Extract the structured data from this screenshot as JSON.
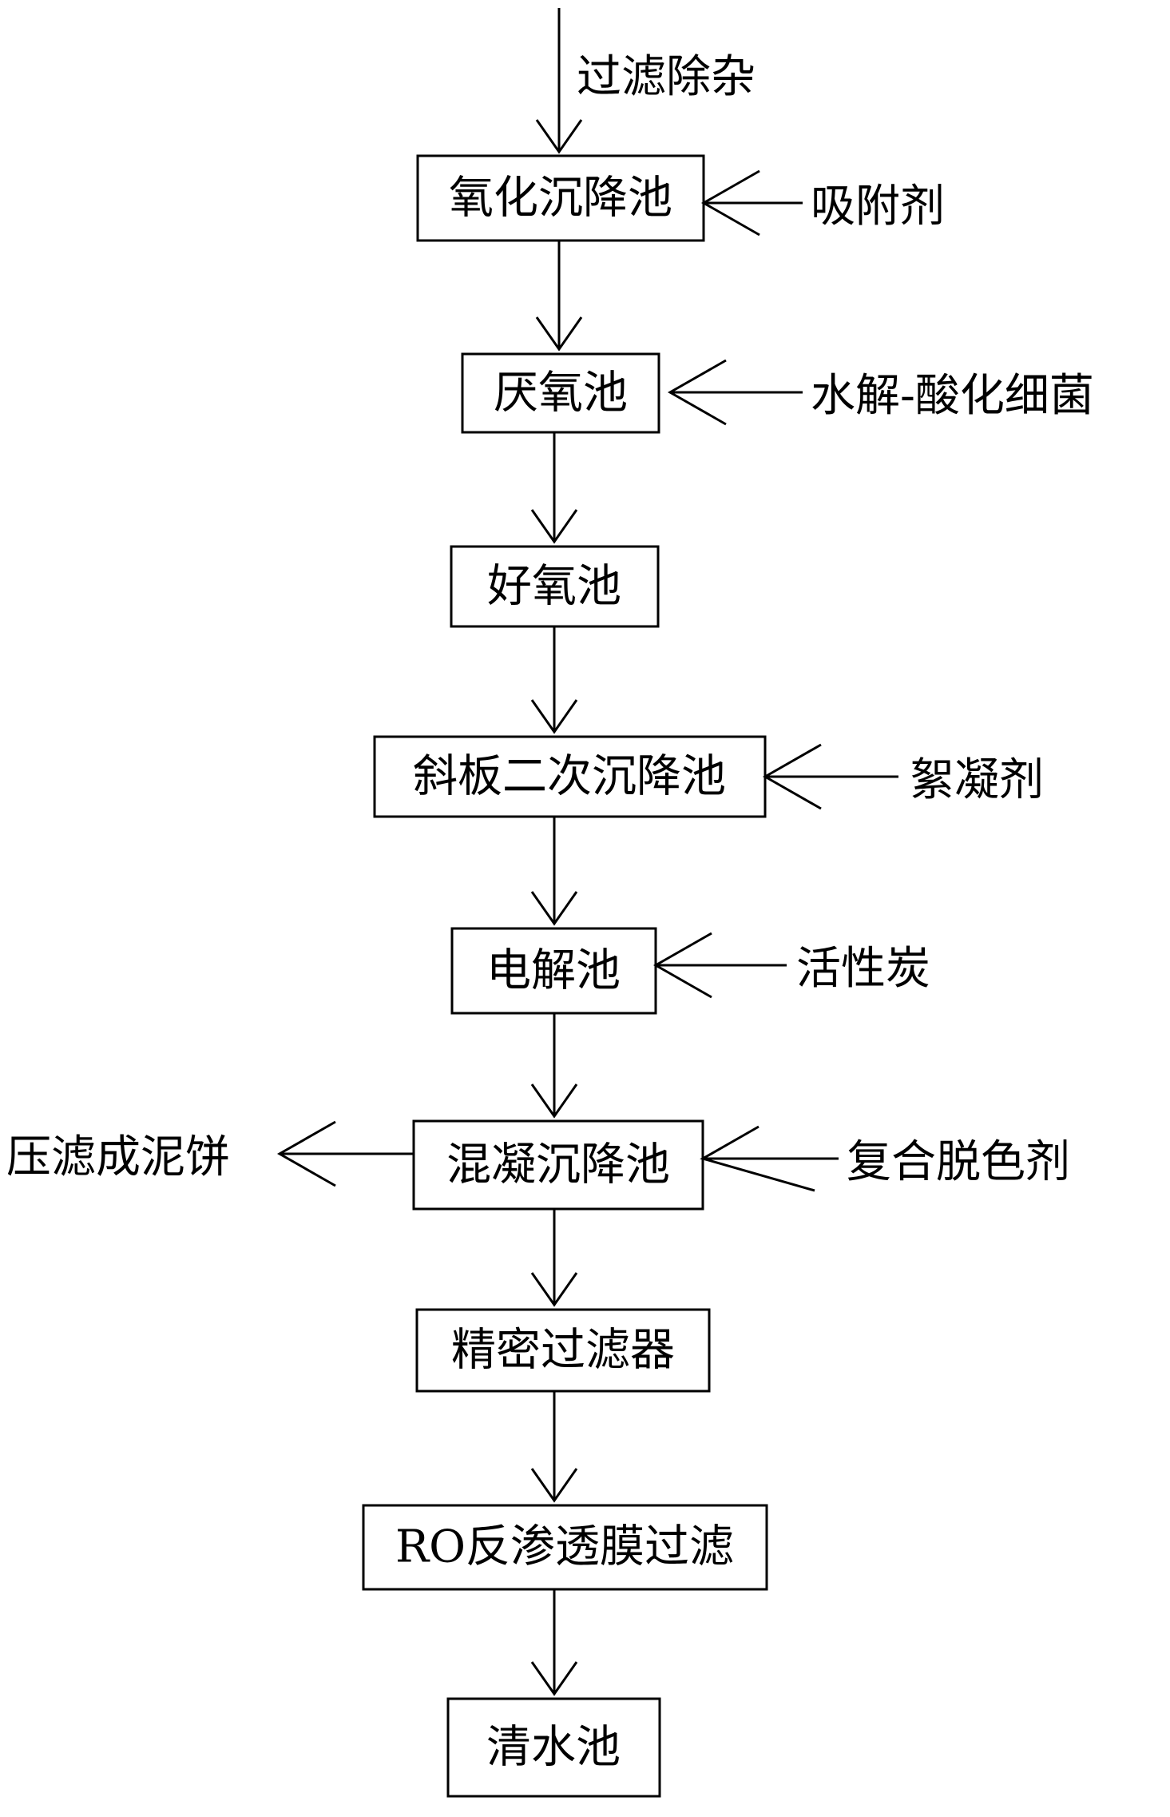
{
  "input_label": "过滤除杂",
  "steps": [
    {
      "label": "氧化沉降池",
      "additive": "吸附剂"
    },
    {
      "label": "厌氧池",
      "additive": "水解-酸化细菌"
    },
    {
      "label": "好氧池",
      "additive": ""
    },
    {
      "label": "斜板二次沉降池",
      "additive": "絮凝剂"
    },
    {
      "label": "电解池",
      "additive": "活性炭"
    },
    {
      "label": "混凝沉降池",
      "additive": "复合脱色剂",
      "output": "压滤成泥饼"
    },
    {
      "label": "精密过滤器",
      "additive": ""
    },
    {
      "label": "RO反渗透膜过滤",
      "additive": ""
    },
    {
      "label": "清水池",
      "additive": ""
    }
  ]
}
